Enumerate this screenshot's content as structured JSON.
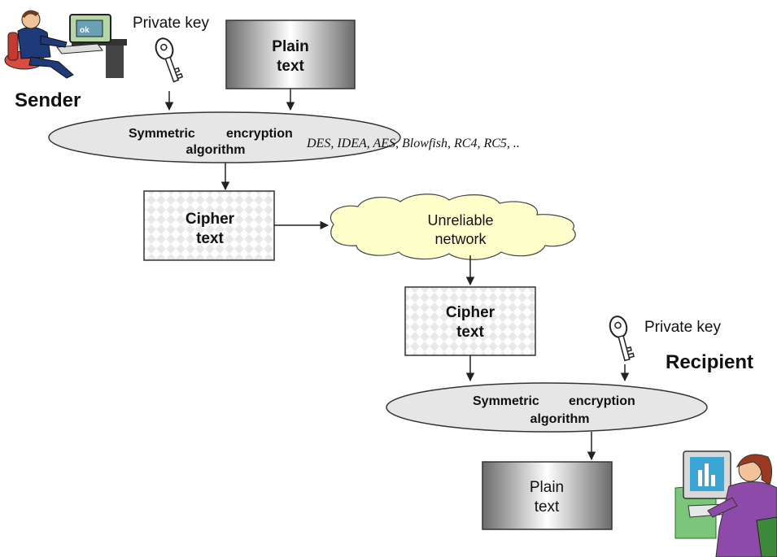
{
  "sender": {
    "label": "Sender",
    "key_label": "Private key"
  },
  "plain_text_top": {
    "line1": "Plain",
    "line2": "text"
  },
  "encrypt_ellipse": {
    "line1_word1": "Symmetric",
    "line1_word2": "encryption",
    "line2": "algorithm"
  },
  "algorithms_note": "DES, IDEA, AES, Blowfish, RC4, RC5, ..",
  "cipher_text_top": {
    "line1": "Cipher",
    "line2": "text"
  },
  "network_cloud": {
    "line1": "Unreliable",
    "line2": "network"
  },
  "cipher_text_bottom": {
    "line1": "Cipher",
    "line2": "text"
  },
  "recipient": {
    "label": "Recipient",
    "key_label": "Private key"
  },
  "decrypt_ellipse": {
    "line1_word1": "Symmetric",
    "line1_word2": "encryption",
    "line2": "algorithm"
  },
  "plain_text_bottom": {
    "line1": "Plain",
    "line2": "text"
  },
  "colors": {
    "ellipse_fill": "#e6e6e6",
    "cloud_fill": "#ffffcc",
    "box_gradient_dark": "#6b6b6b",
    "box_gradient_light": "#ffffff",
    "checker_fill": "#e9e9e9",
    "line": "#222222"
  }
}
